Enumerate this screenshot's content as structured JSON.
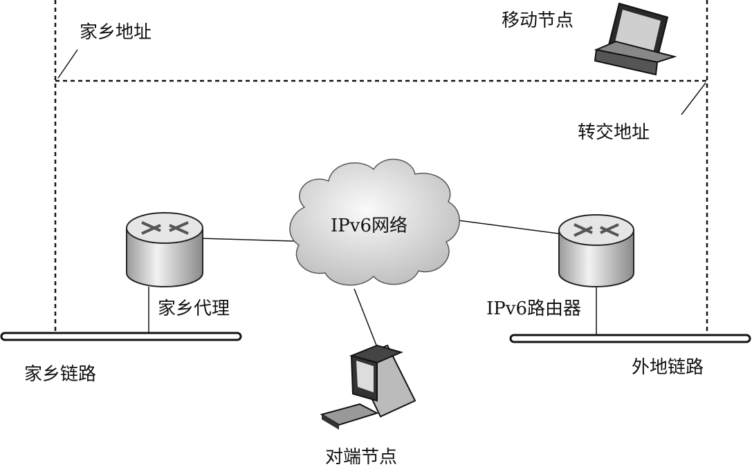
{
  "labels": {
    "home_address": "家乡地址",
    "mobile_node": "移动节点",
    "care_of_address": "转交地址",
    "network": "IPv6网络",
    "home_agent": "家乡代理",
    "router": "IPv6路由器",
    "home_link": "家乡链路",
    "foreign_link": "外地链路",
    "correspondent_node": "对端节点"
  }
}
